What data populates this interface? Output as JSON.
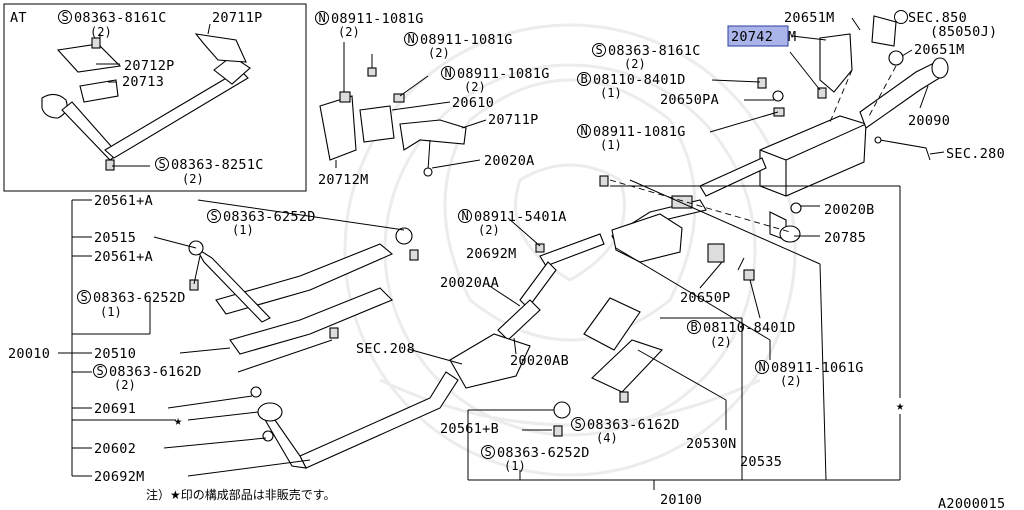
{
  "diagram": {
    "at_box_label": "AT",
    "callouts": {
      "at_s_8161c": {
        "code": "08363-8161C",
        "qty": "(2)"
      },
      "at_20711p": "20711P",
      "at_20712p": "20712P",
      "at_20713": "20713",
      "at_s_8251c": {
        "code": "08363-8251C",
        "qty": "(2)"
      },
      "n_1081g_a": {
        "code": "08911-1081G",
        "qty": "(2)"
      },
      "n_1081g_b": {
        "code": "08911-1081G",
        "qty": "(2)"
      },
      "n_1081g_c": {
        "code": "08911-1081G",
        "qty": "(2)"
      },
      "p20610": "20610",
      "p20711p": "20711P",
      "p20020a": "20020A",
      "p20712m": "20712M",
      "p20651m_top": "20651M",
      "sec850": "SEC.850",
      "sec850_sub": "(85050J)",
      "p20742m_hl": "20742",
      "p20742m_suffix": "M",
      "p20651m_right": "20651M",
      "s_8161c_main": {
        "code": "08363-8161C",
        "qty": "(2)"
      },
      "b_8401d_top": {
        "code": "08110-8401D",
        "qty": "(1)"
      },
      "p20650pa": "20650PA",
      "n_1081g_d": {
        "code": "08911-1081G",
        "qty": "(1)"
      },
      "p20090": "20090",
      "sec280": "SEC.280",
      "p20561a_top": "20561+A",
      "s_6252d_top": {
        "code": "08363-6252D",
        "qty": "(1)"
      },
      "p20515": "20515",
      "p20561a_mid": "20561+A",
      "s_6252d_mid": {
        "code": "08363-6252D",
        "qty": "(1)"
      },
      "p20010": "20010",
      "p20510": "20510",
      "s_6162d_left": {
        "code": "08363-6162D",
        "qty": "(2)"
      },
      "p20691": "20691",
      "p20602": "20602",
      "p20692m_bottom": "20692M",
      "n_5401a": {
        "code": "08911-5401A",
        "qty": "(2)"
      },
      "p20692m_mid": "20692M",
      "p20020aa": "20020AA",
      "sec208": "SEC.208",
      "p20020ab": "20020AB",
      "p20020b": "20020B",
      "p20785": "20785",
      "p20650p": "20650P",
      "b_8401d_mid": {
        "code": "08110-8401D",
        "qty": "(2)"
      },
      "n_1061g": {
        "code": "08911-1061G",
        "qty": "(2)"
      },
      "p20561b": "20561+B",
      "s_6162d_right": {
        "code": "08363-6162D",
        "qty": "(4)"
      },
      "s_6252d_bottom": {
        "code": "08363-6252D",
        "qty": "(1)"
      },
      "p20530n": "20530N",
      "p20535": "20535",
      "p20100": "20100"
    },
    "footnote": "注）★印の構成部品は非販売です。",
    "figure_id": "A2000015",
    "prefix_s": "S",
    "prefix_n": "N",
    "prefix_b": "B",
    "highlight_color": "#aab4e8"
  }
}
